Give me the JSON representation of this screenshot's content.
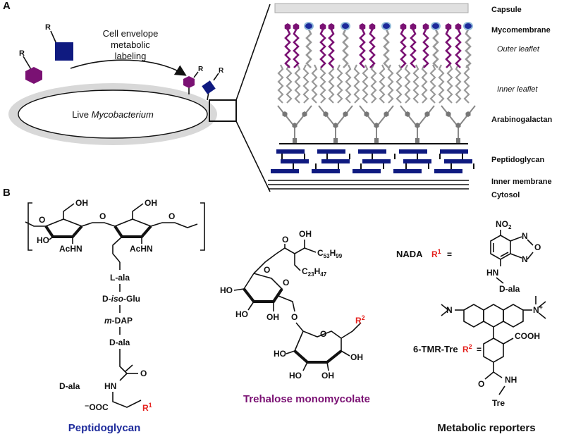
{
  "panel_a": {
    "label": "A",
    "labeling_text": [
      "Cell envelope",
      "metabolic",
      "labeling"
    ],
    "r_label": "R",
    "cell_label_prefix": "Live ",
    "cell_label_italic": "Mycobacterium",
    "layers": {
      "capsule": "Capsule",
      "mycomembrane": "Mycomembrane",
      "outer_leaflet": "Outer leaflet",
      "inner_leaflet": "Inner leaflet",
      "arabinogalactan": "Arabinogalactan",
      "peptidoglycan": "Peptidoglycan",
      "inner_membrane": "Inner membrane",
      "cytosol": "Cytosol"
    }
  },
  "panel_b": {
    "label": "B",
    "peptidoglycan": {
      "oh1": "OH",
      "oh2": "OH",
      "ho1": "HO",
      "achn1": "AcHN",
      "achn2": "AcHN",
      "o_label": "O",
      "stem": [
        "L-ala",
        "D-",
        "iso",
        "-Glu",
        "m",
        "-DAP",
        "D-ala"
      ],
      "d_ala": "D-ala",
      "hn": "HN",
      "o": "O",
      "ooc": "⁻OOC",
      "r1": "R",
      "r1_sup": "1",
      "caption": "Peptidoglycan"
    },
    "tmm": {
      "oh": "OH",
      "ho": "HO",
      "o": "O",
      "c53": "C",
      "c53_sub": "53",
      "h99": "H",
      "h99_sub": "99",
      "c23": "C",
      "c23_sub": "23",
      "h47": "H",
      "h47_sub": "47",
      "r2": "R",
      "r2_sup": "2",
      "caption": "Trehalose monomycolate"
    },
    "reporters": {
      "nada": "NADA",
      "r1_eq": "R",
      "r1_sup": "1",
      "eq": "=",
      "no2": "NO",
      "no2_sub": "2",
      "n": "N",
      "o": "O",
      "hn": "HN",
      "dala": "D-ala",
      "tmr": "6-TMR-Tre",
      "r2_eq": "R",
      "r2_sup": "2",
      "cooh": "COOH",
      "nh": "NH",
      "tre": "Tre",
      "nplus": "N",
      "plus": "+",
      "caption": "Metabolic reporters"
    }
  },
  "colors": {
    "purple": "#7a1173",
    "blue": "#0f1a80",
    "red": "#e5211d",
    "grey": "#999999"
  }
}
